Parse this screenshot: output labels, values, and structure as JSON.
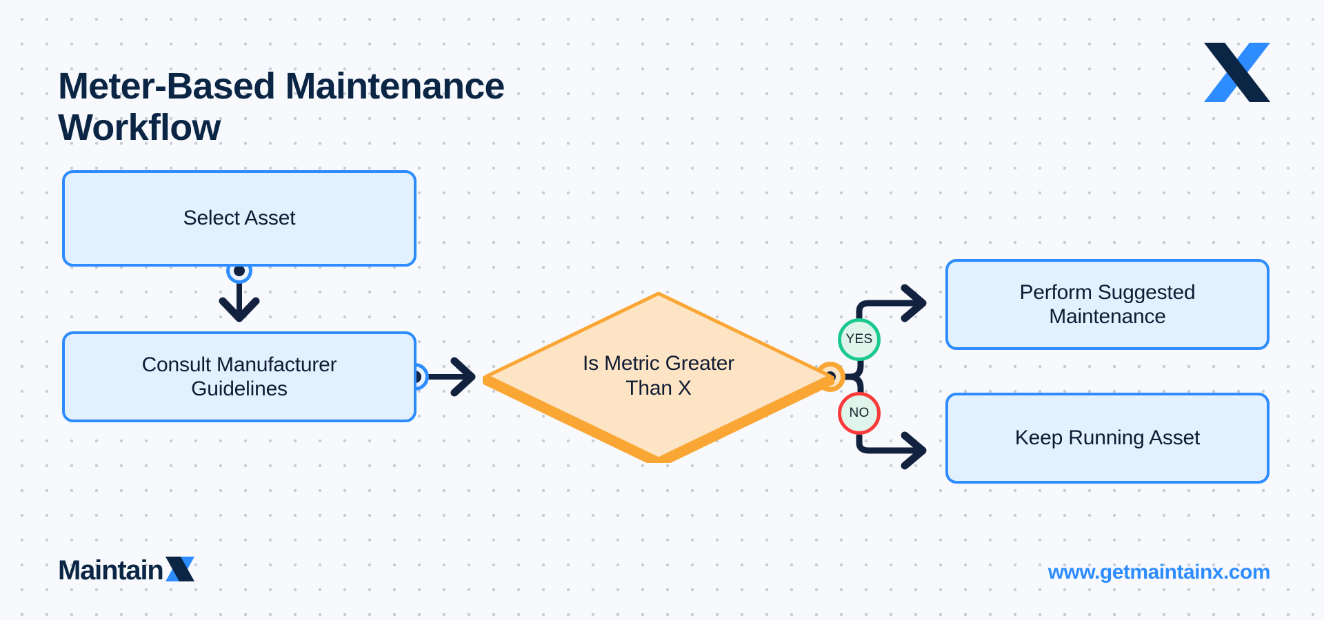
{
  "page": {
    "title": "Meter-Based Maintenance\nWorkflow",
    "background_color": "#F7F9FC",
    "dot_color": "#C8CCD4"
  },
  "brand": {
    "logo_icon": "maintainx-x-icon",
    "wordmark_text": "Maintain",
    "wordmark_x": "X",
    "url": "www.getmaintainx.com",
    "navy": "#0B2545",
    "blue": "#2D8CFF"
  },
  "flowchart": {
    "type": "flowchart",
    "nodes": [
      {
        "id": "select-asset",
        "label": "Select Asset",
        "shape": "rounded-rect",
        "fill": "#E3F0FD",
        "stroke": "#2D8CFF"
      },
      {
        "id": "consult-guidelines",
        "label": "Consult Manufacturer\nGuidelines",
        "shape": "rounded-rect",
        "fill": "#E3F0FD",
        "stroke": "#2D8CFF"
      },
      {
        "id": "is-metric-greater",
        "label": "Is Metric Greater\nThan X",
        "shape": "diamond",
        "fill": "#FDE4C4",
        "stroke": "#F9A634"
      },
      {
        "id": "perform-maintenance",
        "label": "Perform Suggested\nMaintenance",
        "shape": "rounded-rect",
        "fill": "#E3F0FD",
        "stroke": "#2D8CFF"
      },
      {
        "id": "keep-running-asset",
        "label": "Keep Running Asset",
        "shape": "rounded-rect",
        "fill": "#E3F0FD",
        "stroke": "#2D8CFF"
      }
    ],
    "badges": [
      {
        "id": "yes",
        "label": "YES",
        "stroke": "#1BC98E",
        "fill": "#DFF4EA"
      },
      {
        "id": "no",
        "label": "NO",
        "stroke": "#F93A3A",
        "fill": "#DFF4EA"
      }
    ],
    "edges": [
      {
        "from": "select-asset",
        "to": "consult-guidelines",
        "label": "",
        "direction": "down"
      },
      {
        "from": "consult-guidelines",
        "to": "is-metric-greater",
        "label": "",
        "direction": "right"
      },
      {
        "from": "is-metric-greater",
        "to": "perform-maintenance",
        "label": "YES",
        "direction": "right"
      },
      {
        "from": "is-metric-greater",
        "to": "keep-running-asset",
        "label": "NO",
        "direction": "right"
      }
    ],
    "connector_color": "#12213E"
  }
}
